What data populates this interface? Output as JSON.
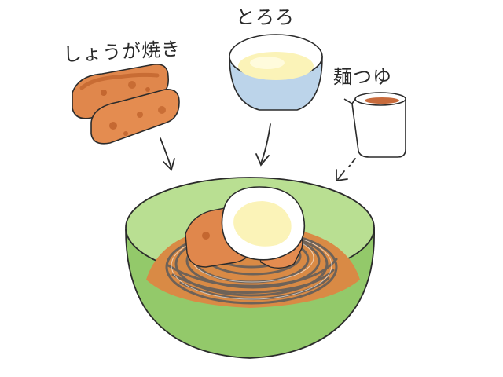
{
  "ingredients": {
    "ginger": {
      "label": "しょうが焼き"
    },
    "tororo": {
      "label": "とろろ"
    },
    "tsuyu": {
      "label": "麺つゆ"
    }
  },
  "colors": {
    "bowl_green": "#93c96a",
    "bowl_inner": "#b9df92",
    "tororo_bowl": "#bcd4ea",
    "tororo_cream": "#fbf3b8",
    "pork": "#e0874c",
    "pork_dark": "#b85a25",
    "noodle": "#6e6258",
    "broth": "#d98a45",
    "line": "#2b2b2b"
  }
}
